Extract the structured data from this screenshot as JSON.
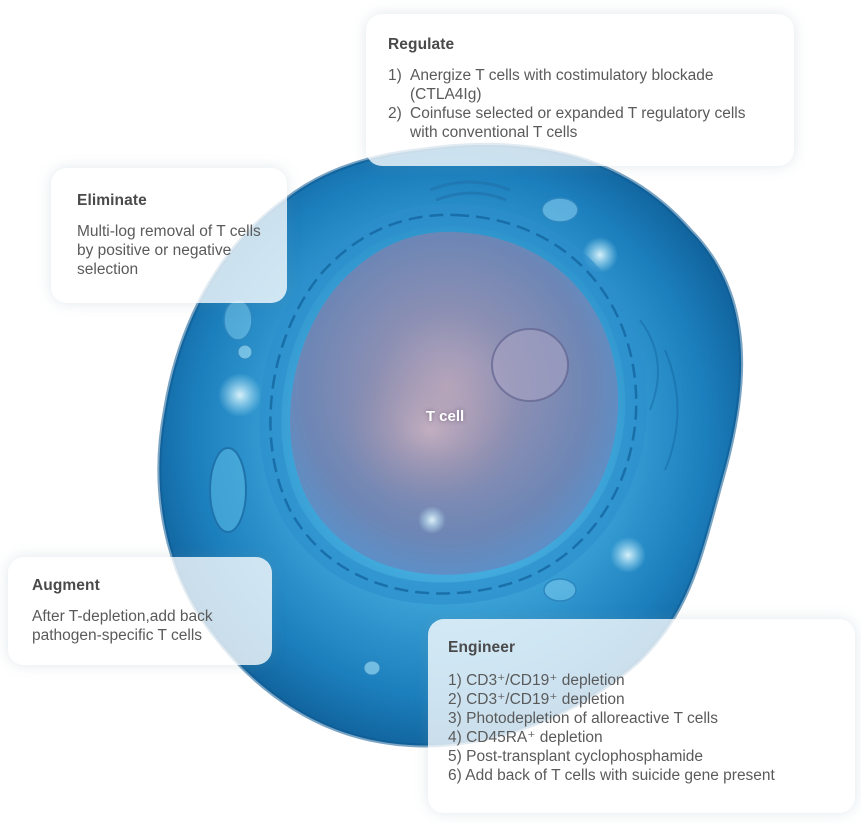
{
  "colors": {
    "cytoplasm_outer": "#1f7fb8",
    "cytoplasm_inner": "#4fb3e3",
    "nucleus": "#6f84ad",
    "nucleolus": "#a58aa0"
  },
  "cell": {
    "label": "T cell"
  },
  "callouts": {
    "regulate": {
      "title": "Regulate",
      "items": [
        {
          "num": "1)",
          "text": "Anergize T cells with costimulatory blockade (CTLA4Ig)"
        },
        {
          "num": "2)",
          "text": "Coinfuse selected or expanded T regulatory cells with conventional T cells"
        }
      ]
    },
    "eliminate": {
      "title": "Eliminate",
      "text": "Multi-log removal of T cells by positive or negative selection"
    },
    "augment": {
      "title": "Augment",
      "text": "After T-depletion,add back pathogen-specific T cells"
    },
    "engineer": {
      "title": "Engineer",
      "items": [
        {
          "num": "1)",
          "text": "CD3⁺/CD19⁺ depletion"
        },
        {
          "num": "2)",
          "text": "CD3⁺/CD19⁺ depletion"
        },
        {
          "num": "3)",
          "text": "Photodepletion of alloreactive T cells"
        },
        {
          "num": "4)",
          "text": "CD45RA⁺ depletion"
        },
        {
          "num": "5)",
          "text": "Post-transplant cyclophosphamide"
        },
        {
          "num": "6)",
          "text": "Add back of T cells with suicide gene present"
        }
      ]
    }
  }
}
